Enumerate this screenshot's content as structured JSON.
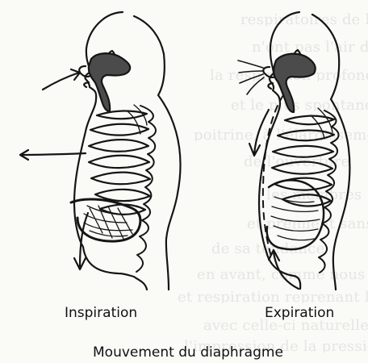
{
  "labels": {
    "left": "Inspiration",
    "right": "Expiration",
    "caption": "Mouvement du diaphragme"
  },
  "background_text": [
    "respiratoires de l'abdomen",
    "n'ont pas l'air de fonctionner",
    "la respiration profonde",
    "et le plus spontanément",
    "poitrine, à l'élargissement plus ou moins",
    "de l'ouverture",
    "les membres",
    "et prennent sans le",
    "de sa tendance",
    "en avant, comme nous",
    "et respiration reprenant le",
    "avec celle-ci naturellement",
    "l'impression de la pression du"
  ],
  "colors": {
    "ink": "#151515",
    "paper": "#fafaf7",
    "shadow": "#4b4b4b",
    "ghost_text": "#d4d4d4"
  }
}
